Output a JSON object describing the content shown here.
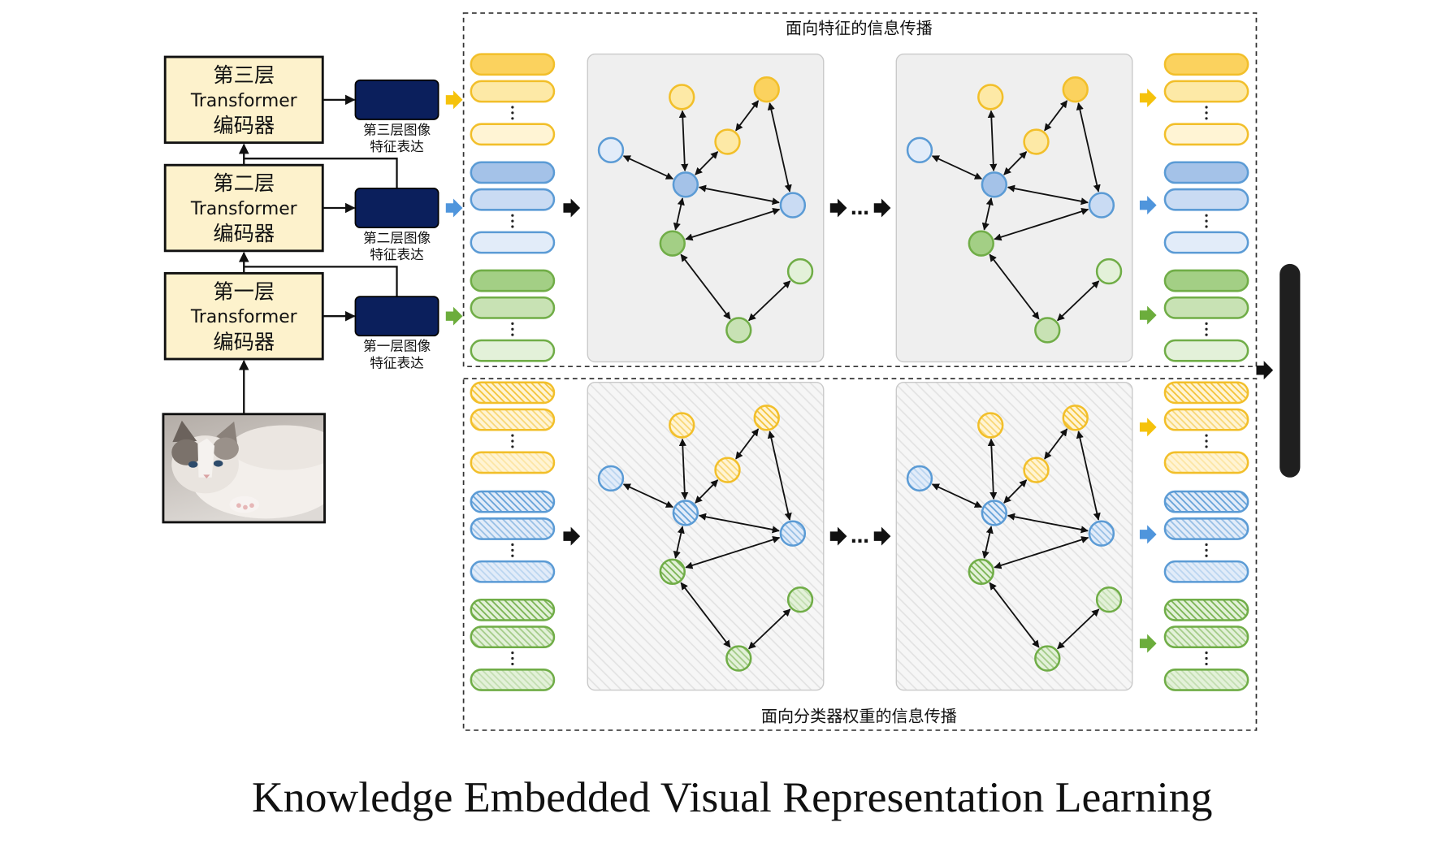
{
  "encoders": [
    {
      "line1": "第三层",
      "line2": "Transformer",
      "line3": "编码器",
      "feature_line1": "第三层图像",
      "feature_line2": "特征表达"
    },
    {
      "line1": "第二层",
      "line2": "Transformer",
      "line3": "编码器",
      "feature_line1": "第二层图像",
      "feature_line2": "特征表达"
    },
    {
      "line1": "第一层",
      "line2": "Transformer",
      "line3": "编码器",
      "feature_line1": "第一层图像",
      "feature_line2": "特征表达"
    }
  ],
  "feature_propagation": {
    "title": "面向特征的信息传播"
  },
  "classifier_propagation": {
    "title": "面向分类器权重的信息传播"
  },
  "ellipsis": "…",
  "caption": "Knowledge Embedded Visual Representation Learning",
  "colors": {
    "encoder_fill": "#fdf2cc",
    "feature_fill": "#0b1f5c",
    "panel_fill": "#efefef",
    "output_bar": "#1f1f1f",
    "yellow": {
      "stroke": "#f2bf2a",
      "arrow": "#f5c20b",
      "dark": "#fbd25e",
      "mid": "#fde9a6",
      "light": "#fff4d4"
    },
    "blue": {
      "stroke": "#5b9bd5",
      "arrow": "#4f95dc",
      "dark": "#a4c2e8",
      "mid": "#c9dbf3",
      "light": "#e2ecf9"
    },
    "green": {
      "stroke": "#70ad47",
      "arrow": "#6cad3c",
      "dark": "#a3cf85",
      "mid": "#c8e2b4",
      "light": "#e3f1d9"
    }
  },
  "pill_groups": [
    {
      "group": "yellow",
      "shades": [
        "dark",
        "mid",
        "light"
      ]
    },
    {
      "group": "blue",
      "shades": [
        "dark",
        "mid",
        "light"
      ]
    },
    {
      "group": "green",
      "shades": [
        "dark",
        "mid",
        "light"
      ]
    }
  ],
  "graph": {
    "nodes": [
      {
        "id": "y1",
        "group": "yellow",
        "shade": "mid"
      },
      {
        "id": "y2",
        "group": "yellow",
        "shade": "dark"
      },
      {
        "id": "y3",
        "group": "yellow",
        "shade": "mid"
      },
      {
        "id": "b1",
        "group": "blue",
        "shade": "light"
      },
      {
        "id": "b2",
        "group": "blue",
        "shade": "dark"
      },
      {
        "id": "b3",
        "group": "blue",
        "shade": "mid"
      },
      {
        "id": "g1",
        "group": "green",
        "shade": "dark"
      },
      {
        "id": "g2",
        "group": "green",
        "shade": "light"
      },
      {
        "id": "g3",
        "group": "green",
        "shade": "mid"
      }
    ],
    "edges": [
      [
        "y1",
        "b2"
      ],
      [
        "y2",
        "y3"
      ],
      [
        "y2",
        "b3"
      ],
      [
        "y3",
        "b2"
      ],
      [
        "b1",
        "b2"
      ],
      [
        "b2",
        "b3"
      ],
      [
        "b2",
        "g1"
      ],
      [
        "g1",
        "b3"
      ],
      [
        "g1",
        "g3"
      ],
      [
        "g3",
        "g2"
      ]
    ]
  }
}
